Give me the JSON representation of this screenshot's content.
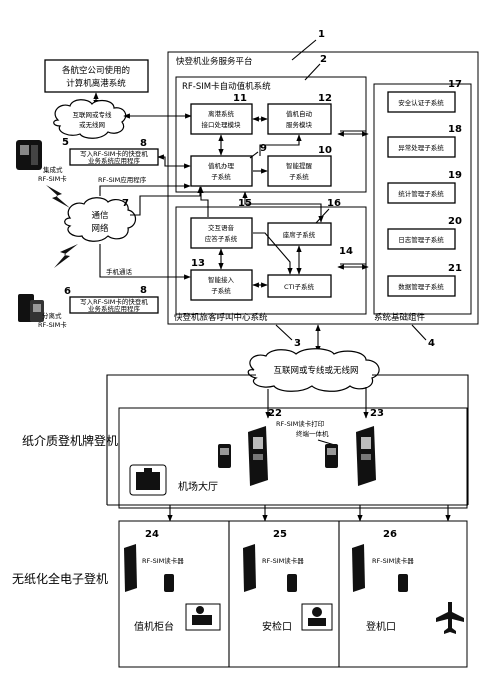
{
  "labels": {
    "airline_system": [
      "各航空公司使用的",
      "计算机离港系统"
    ],
    "internet_top": [
      "互联网或专线",
      "或无线网"
    ],
    "platform": "快登机业务服务平台",
    "checkin_system": "RF-SIM卡自动值机系统",
    "dcs_interface": [
      "离港系统",
      "接口处理模块"
    ],
    "auto_checkin": [
      "值机自动",
      "服务模块"
    ],
    "checkin_handle": [
      "值机办理",
      "子系统"
    ],
    "smart_reminder": [
      "智能提醒",
      "子系统"
    ],
    "ivr": [
      "交互语音",
      "应答子系统"
    ],
    "agent": "座席子系统",
    "smart_access": [
      "智能接入",
      "子系统"
    ],
    "cti": "CTI子系统",
    "call_center": "快登机旅客呼叫中心系统",
    "security_auth": "安全认证子系统",
    "exception": "异常处理子系统",
    "statistics": "统计管理子系统",
    "log_mgmt": "日志管理子系统",
    "data_mgmt": "数据管理子系统",
    "basic_components": "系统基础组件",
    "app_integrated": [
      "写入RF-SIM卡的快登机",
      "业务系统应用程序"
    ],
    "integrated_phone": [
      "集成式",
      "RF-SIM卡"
    ],
    "rfsim_app": "RF-SIM应用程序",
    "comm_network": [
      "通信",
      "网络"
    ],
    "phone_call": "手机通话",
    "app_split": [
      "写入RF-SIM卡的快登机",
      "业务系统应用程序"
    ],
    "split_phone": [
      "分离式",
      "RF-SIM卡"
    ],
    "internet_mid": "互联网或专线或无线网",
    "paper_boarding": "纸介质登机牌登机",
    "kiosk": [
      "RF-SIM读卡打印",
      "终端一体机"
    ],
    "airport_hall": "机场大厅",
    "paperless": "无纸化全电子登机",
    "reader": "RF-SIM读卡器",
    "checkin_counter": "值机柜台",
    "security_gate": "安检口",
    "boarding_gate": "登机口"
  },
  "numbers": {
    "n1": "1",
    "n2": "2",
    "n3": "3",
    "n4": "4",
    "n5": "5",
    "n6": "6",
    "n7": "7",
    "n8a": "8",
    "n8b": "8",
    "n9": "9",
    "n10": "10",
    "n11": "11",
    "n12": "12",
    "n13": "13",
    "n14": "14",
    "n15": "15",
    "n16": "16",
    "n17": "17",
    "n18": "18",
    "n19": "19",
    "n20": "20",
    "n21": "21",
    "n22": "22",
    "n23": "23",
    "n24": "24",
    "n25": "25",
    "n26": "26"
  },
  "icons": [
    "phone-icon",
    "kiosk-icon",
    "reader-icon",
    "suitcase-icon",
    "counter-icon",
    "security-icon",
    "airplane-icon",
    "lightning-icon"
  ]
}
